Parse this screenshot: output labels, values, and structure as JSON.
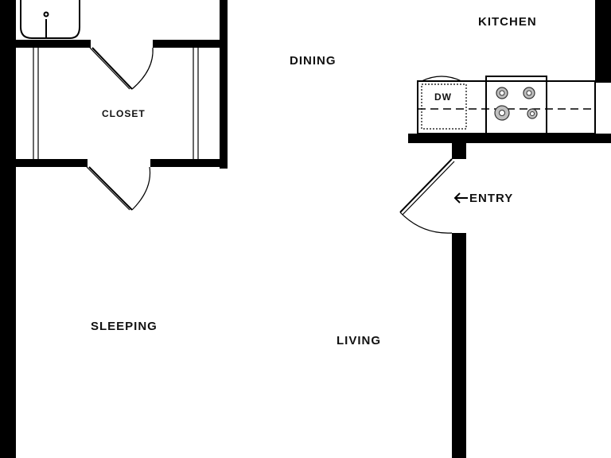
{
  "rooms": {
    "kitchen": "KITCHEN",
    "dining": "DINING",
    "closet": "CLOSET",
    "entry": "ENTRY",
    "sleeping": "SLEEPING",
    "living": "LIVING"
  },
  "appliances": {
    "dishwasher": "DW"
  },
  "icons": {
    "entry_arrow": "arrow-left-icon",
    "range": "stove-icon",
    "tub": "bathtub-icon"
  }
}
